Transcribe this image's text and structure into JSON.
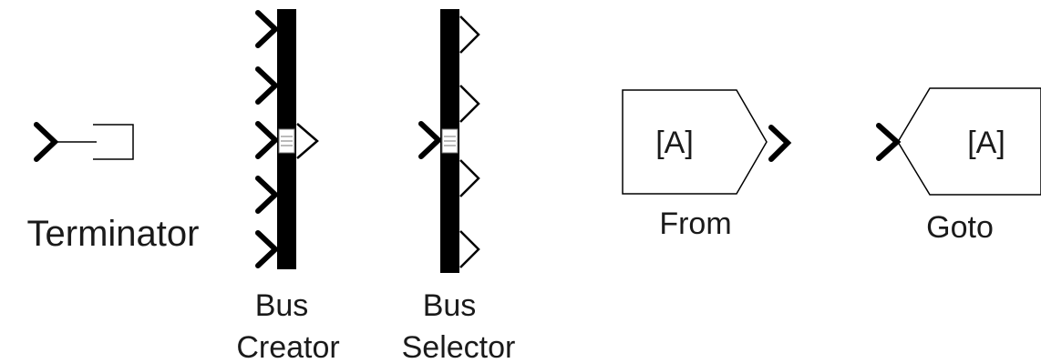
{
  "blocks": {
    "terminator": {
      "label": "Terminator"
    },
    "bus_creator": {
      "label_line1": "Bus",
      "label_line2": "Creator"
    },
    "bus_selector": {
      "label_line1": "Bus",
      "label_line2": "Selector"
    },
    "from": {
      "tag": "[A]",
      "label": "From"
    },
    "goto": {
      "tag": "[A]",
      "label": "Goto"
    }
  }
}
